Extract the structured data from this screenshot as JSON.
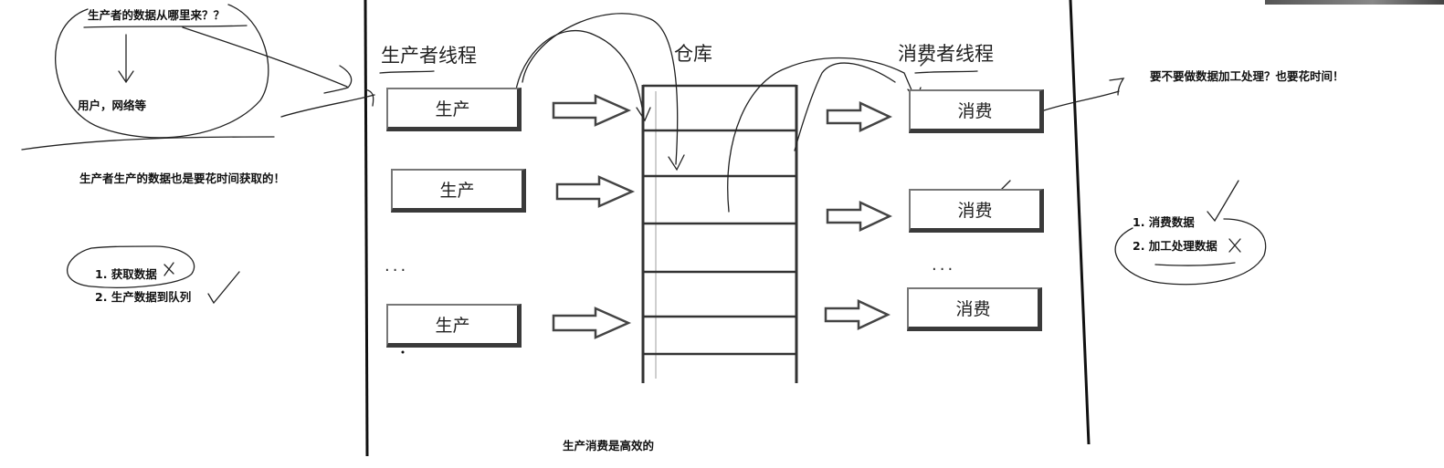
{
  "left_notes": {
    "question": "生产者的数据从哪里来？？",
    "source": "用户，网络等",
    "statement": "生产者生产的数据也是要花时间获取的！",
    "step1": "1. 获取数据",
    "step2": "2. 生产数据到队列"
  },
  "diagram": {
    "producer_heading": "生产者线程",
    "warehouse_heading": "仓库",
    "consumer_heading": "消费者线程",
    "producers": [
      "生产",
      "生产",
      "生产"
    ],
    "consumers": [
      "消费",
      "消费",
      "消费"
    ],
    "ellipsis": "...",
    "caption": "生产消费是高效的"
  },
  "right_notes": {
    "question": "要不要做数据加工处理？也要花时间！",
    "step1": "1. 消费数据",
    "step2": "2. 加工处理数据"
  }
}
